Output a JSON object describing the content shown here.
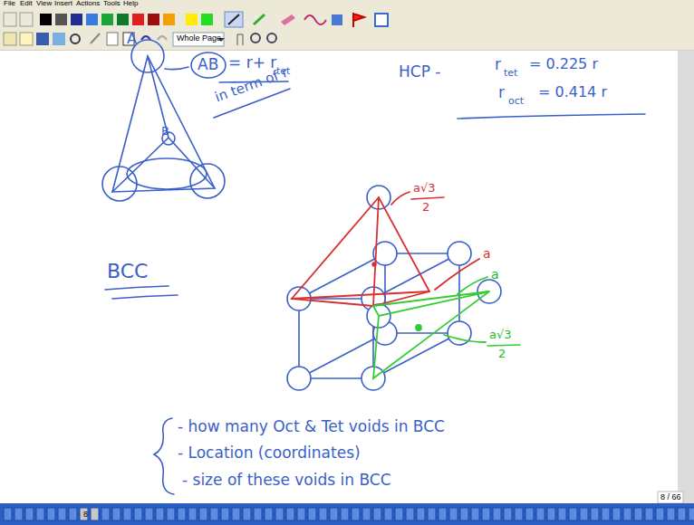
{
  "diagram": {
    "labels": [
      "File",
      "Edit",
      "View",
      "Insert",
      "Actions",
      "Tools",
      "Help",
      "Whole Page",
      "A",
      "B",
      "AB",
      "= r+ r",
      "tet",
      "in term of r",
      "HCP -",
      "r",
      "tet",
      "= 0.225 r",
      "r",
      "oct",
      "= 0.414 r",
      "BCC",
      "a√3",
      "2",
      "a",
      "a",
      "a√3",
      "2",
      "- how many Oct & Tet voids in BCC",
      "- Location (coordinates)",
      "- size of these voids in BCC",
      "8 / 66",
      "8"
    ]
  }
}
